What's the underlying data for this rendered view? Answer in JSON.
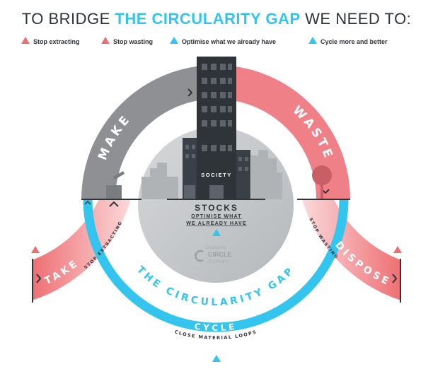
{
  "header": {
    "title_pre": "TO BRIDGE ",
    "title_highlight": "THE CIRCULARITY GAP",
    "title_post": " WE NEED TO:"
  },
  "legend": [
    {
      "label": "Stop extracting",
      "icon": "warning-icon",
      "color": "#ee6f6f"
    },
    {
      "label": "Stop wasting",
      "icon": "warning-icon",
      "color": "#ee6f6f"
    },
    {
      "label": "Optimise what we already have",
      "icon": "warning-icon",
      "color": "#33c5ee"
    },
    {
      "label": "Cycle more and better",
      "icon": "warning-icon",
      "color": "#33c5ee"
    }
  ],
  "colors": {
    "make": "#8e9093",
    "waste": "#f08088",
    "cycle": "#33c5ee",
    "take": "#f4a0a4",
    "dark": "#2f3439",
    "stocks": "#c4c6c8"
  },
  "diagram": {
    "make": "MAKE",
    "waste": "WASTE",
    "society": "SOCIETY",
    "stocks": "STOCKS",
    "stocks_sub1": "OPTIMISE WHAT",
    "stocks_sub2": "WE ALREADY HAVE",
    "credit": "Created by:",
    "logo_1": "CIRCLE",
    "logo_2": "ECONOMY",
    "take": "TAKE",
    "take_sub": "STOP EXTRACTING",
    "dispose": "DISPOSE",
    "dispose_sub": "STOP WASTING",
    "gap": "THE CIRCULARITY GAP",
    "cycle": "CYCLE",
    "cycle_sub": "CLOSE MATERIAL LOOPS"
  }
}
